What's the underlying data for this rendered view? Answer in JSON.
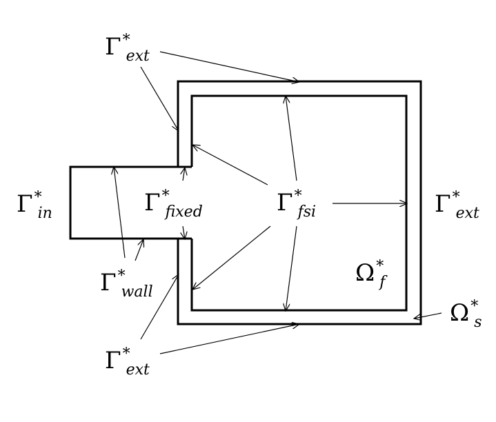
{
  "labels": {
    "gamma_ext_top": {
      "symbol": "Γ",
      "sub": "ext",
      "sup": "*"
    },
    "gamma_ext_right": {
      "symbol": "Γ",
      "sub": "ext",
      "sup": "*"
    },
    "gamma_ext_bottom": {
      "symbol": "Γ",
      "sub": "ext",
      "sup": "*"
    },
    "gamma_in": {
      "symbol": "Γ",
      "sub": "in",
      "sup": "*"
    },
    "gamma_fixed": {
      "symbol": "Γ",
      "sub": "fixed",
      "sup": "*"
    },
    "gamma_fsi": {
      "symbol": "Γ",
      "sub": "fsi",
      "sup": "*"
    },
    "gamma_wall": {
      "symbol": "Γ",
      "sub": "wall",
      "sup": "*"
    },
    "omega_f": {
      "symbol": "Ω",
      "sub": "f",
      "sup": "*"
    },
    "omega_s": {
      "symbol": "Ω",
      "sub": "s",
      "sup": "*"
    }
  },
  "colors": {
    "stroke": "#000000",
    "background": "#ffffff"
  }
}
